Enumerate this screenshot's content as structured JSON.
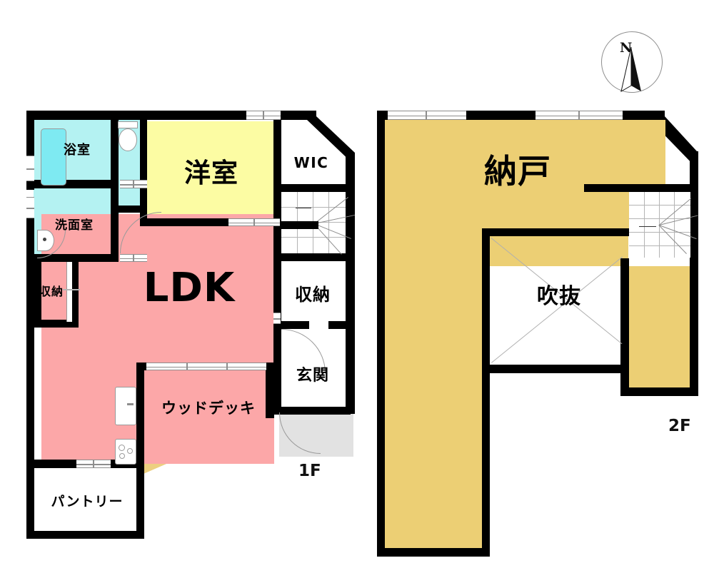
{
  "document": {
    "type": "real-estate-floor-plan",
    "compass": {
      "label": "N",
      "name": "north-arrow"
    }
  },
  "floors": [
    {
      "id": "1f",
      "label": "1F",
      "rooms": [
        {
          "key": "bath",
          "label": "浴室",
          "color": "#b4f2f2"
        },
        {
          "key": "washroom",
          "label": "洗面室",
          "color": "#b4f2f2"
        },
        {
          "key": "toilet",
          "label": "",
          "color": "#b4f2f2"
        },
        {
          "key": "closet_w",
          "label": "収納",
          "color": "#ffffff"
        },
        {
          "key": "ldk",
          "label": "LDK",
          "color": "#fca7a8"
        },
        {
          "key": "washitsu",
          "label": "洋室",
          "color": "#fcfca3"
        },
        {
          "key": "wic",
          "label": "WIC",
          "color": "#ffffff"
        },
        {
          "key": "closet_e",
          "label": "収納",
          "color": "#ffffff"
        },
        {
          "key": "genkan",
          "label": "玄関",
          "color": "#ffffff"
        },
        {
          "key": "deck",
          "label": "ウッドデッキ",
          "color": "#eccf80"
        },
        {
          "key": "pantry",
          "label": "パントリー",
          "color": "#ffffff"
        },
        {
          "key": "porch",
          "label": "",
          "color": "#e2e2e2"
        }
      ]
    },
    {
      "id": "2f",
      "label": "2F",
      "rooms": [
        {
          "key": "nando",
          "label": "納戸",
          "color": "#eccf74"
        },
        {
          "key": "void",
          "label": "吹抜",
          "color": "#ffffff"
        },
        {
          "key": "nando2",
          "label": "",
          "color": "#eccf74"
        },
        {
          "key": "nando3",
          "label": "",
          "color": "#eccf74"
        }
      ]
    }
  ],
  "palette": {
    "wall": "#000000",
    "ldk_pink": "#fca7a8",
    "room_yellow": "#fcfca3",
    "water_cyan": "#b4f2f2",
    "tub_cyan": "#7eeaf2",
    "deck_tan": "#eccf80",
    "nando_tan": "#eccf74",
    "porch_grey": "#e2e2e2",
    "fixture_line": "#9a9a9a",
    "background": "#ffffff"
  },
  "labels": {
    "bath": "浴室",
    "washroom": "洗面室",
    "closet_west": "収納",
    "ldk": "LDK",
    "western_room": "洋室",
    "wic": "WIC",
    "closet_east": "収納",
    "entrance": "玄関",
    "wood_deck": "ウッドデッキ",
    "pantry": "パントリー",
    "floor1": "1F",
    "storage_2f": "納戸",
    "void": "吹抜",
    "floor2": "2F",
    "north": "N"
  }
}
